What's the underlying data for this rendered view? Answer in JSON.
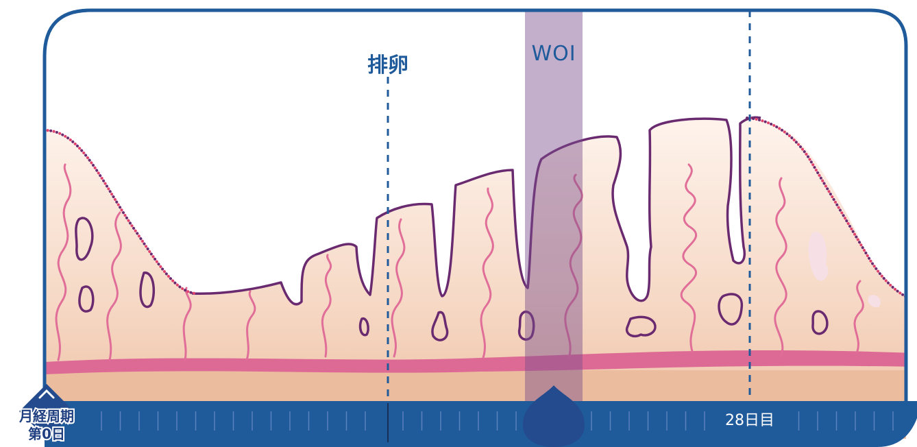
{
  "labels": {
    "ovulation": "排卵",
    "woi": "WOI",
    "cycle_start_line1": "月経周期",
    "cycle_start_line2": "第0日",
    "cycle_end": "28日目"
  },
  "colors": {
    "frame": "#1f5a9a",
    "timeline": "#1f5a9a",
    "woi_band": "#7b4e8c",
    "tissue_top": "#fdf1ea",
    "tissue_bottom": "#efc1a4",
    "vessels": "#dd6a95",
    "gland_outline": "#6a2a70",
    "marker": "#234b8d"
  },
  "icons": {
    "start_marker": "chevron-up-icon",
    "drop_marker": "drop-marker-icon"
  }
}
